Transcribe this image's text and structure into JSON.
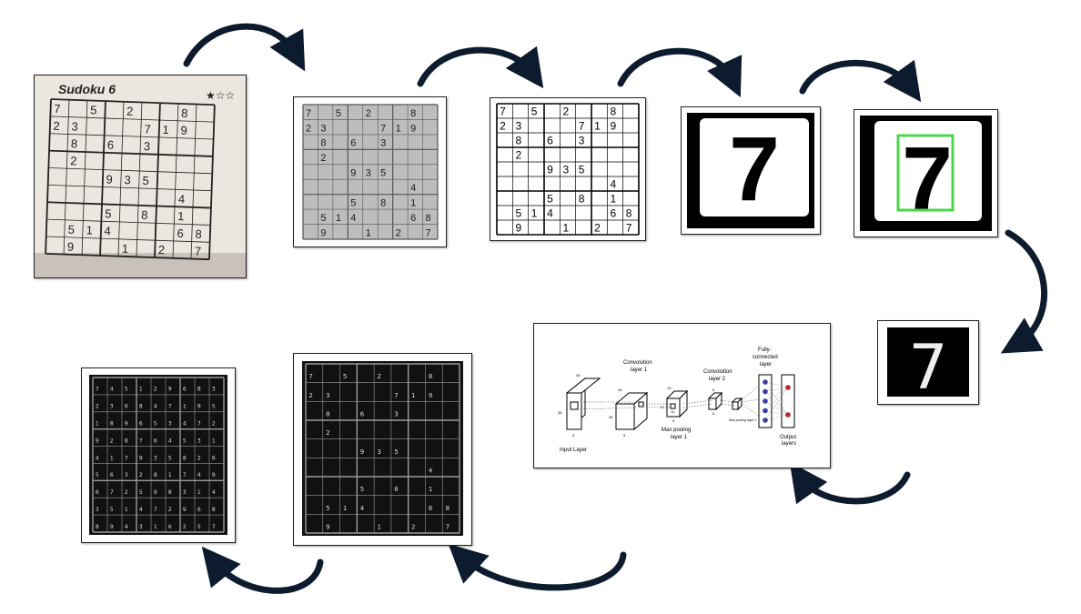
{
  "photo": {
    "title": "Sudoku 6",
    "stars": "★☆☆"
  },
  "puzzle": {
    "rows": [
      "7 5 2 8 ",
      "23 719",
      " 8 6 3 ",
      " 2 ",
      " 935 ",
      " 4 ",
      " 5 8 1 ",
      " 514 68",
      " 9 1 2 7"
    ],
    "grid": [
      [
        7,
        0,
        5,
        0,
        2,
        0,
        0,
        8,
        0
      ],
      [
        2,
        3,
        0,
        0,
        0,
        7,
        1,
        9,
        0
      ],
      [
        0,
        8,
        0,
        6,
        0,
        3,
        0,
        0,
        0
      ],
      [
        0,
        2,
        0,
        0,
        0,
        0,
        0,
        0,
        0
      ],
      [
        0,
        0,
        0,
        9,
        3,
        5,
        0,
        0,
        0
      ],
      [
        0,
        0,
        0,
        0,
        0,
        0,
        0,
        4,
        0
      ],
      [
        0,
        0,
        0,
        5,
        0,
        8,
        0,
        1,
        0
      ],
      [
        0,
        5,
        1,
        4,
        0,
        0,
        0,
        6,
        8
      ],
      [
        0,
        9,
        0,
        0,
        1,
        0,
        2,
        0,
        7
      ]
    ]
  },
  "solution": {
    "grid": [
      [
        7,
        4,
        5,
        1,
        2,
        9,
        6,
        8,
        3
      ],
      [
        2,
        3,
        6,
        8,
        4,
        7,
        1,
        9,
        5
      ],
      [
        1,
        8,
        9,
        6,
        5,
        3,
        4,
        7,
        2
      ],
      [
        9,
        2,
        8,
        7,
        6,
        4,
        5,
        3,
        1
      ],
      [
        4,
        1,
        7,
        9,
        3,
        5,
        8,
        2,
        6
      ],
      [
        5,
        6,
        3,
        2,
        8,
        1,
        7,
        4,
        9
      ],
      [
        6,
        7,
        2,
        5,
        9,
        8,
        3,
        1,
        4
      ],
      [
        3,
        5,
        1,
        4,
        7,
        2,
        9,
        6,
        8
      ],
      [
        8,
        9,
        4,
        3,
        1,
        6,
        2,
        5,
        7
      ]
    ]
  },
  "digit": {
    "value": "7",
    "box_color": "#4cd64c"
  },
  "cnn": {
    "conv1_label_line1": "Convolution",
    "conv1_label_line2": "layer 1",
    "conv2_label_line1": "Convolution",
    "conv2_label_line2": "layer 2",
    "fc_label_line1": "Fully-",
    "fc_label_line2": "connected",
    "fc_label_line3": "layer",
    "maxpool1_line1": "Max pooling",
    "maxpool1_line2": "layer 1",
    "maxpool2_label": "Max pooling layer 2",
    "input_label": "Input Layer",
    "output_line1": "Output",
    "output_line2": "layers",
    "dim_36a": "36",
    "dim_36b": "36",
    "dim_3": "3",
    "dim_26a": "26",
    "dim_26b": "26",
    "dim_9": "9",
    "dim_13a": "13",
    "dim_13b": "13",
    "dim_11": "11",
    "dim_9b": "9",
    "dim_6a": "6",
    "dim_6b": "6",
    "node_color_fc": "#3a3aa0",
    "node_color_out": "#c02020"
  }
}
